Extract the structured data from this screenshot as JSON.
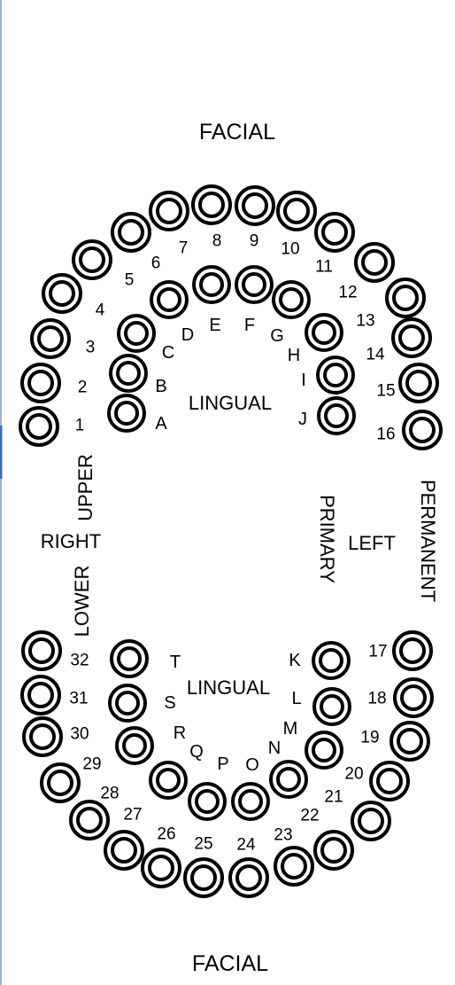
{
  "labels": {
    "facial_top": "FACIAL",
    "facial_bottom": "FACIAL",
    "lingual_upper": "LINGUAL",
    "lingual_lower": "LINGUAL",
    "right": "RIGHT",
    "left": "LEFT",
    "upper": "UPPER",
    "lower": "LOWER",
    "primary": "PRIMARY",
    "permanent": "PERMANENT"
  },
  "permanent_teeth": [
    "1",
    "2",
    "3",
    "4",
    "5",
    "6",
    "7",
    "8",
    "9",
    "10",
    "11",
    "12",
    "13",
    "14",
    "15",
    "16",
    "17",
    "18",
    "19",
    "20",
    "21",
    "22",
    "23",
    "24",
    "25",
    "26",
    "27",
    "28",
    "29",
    "30",
    "31",
    "32"
  ],
  "primary_teeth": [
    "A",
    "B",
    "C",
    "D",
    "E",
    "F",
    "G",
    "H",
    "I",
    "J",
    "K",
    "L",
    "M",
    "N",
    "O",
    "P",
    "Q",
    "R",
    "S",
    "T"
  ],
  "colors": {
    "line": "#000000",
    "background": "#ffffff",
    "edge_accent": "#3a6fb0"
  }
}
